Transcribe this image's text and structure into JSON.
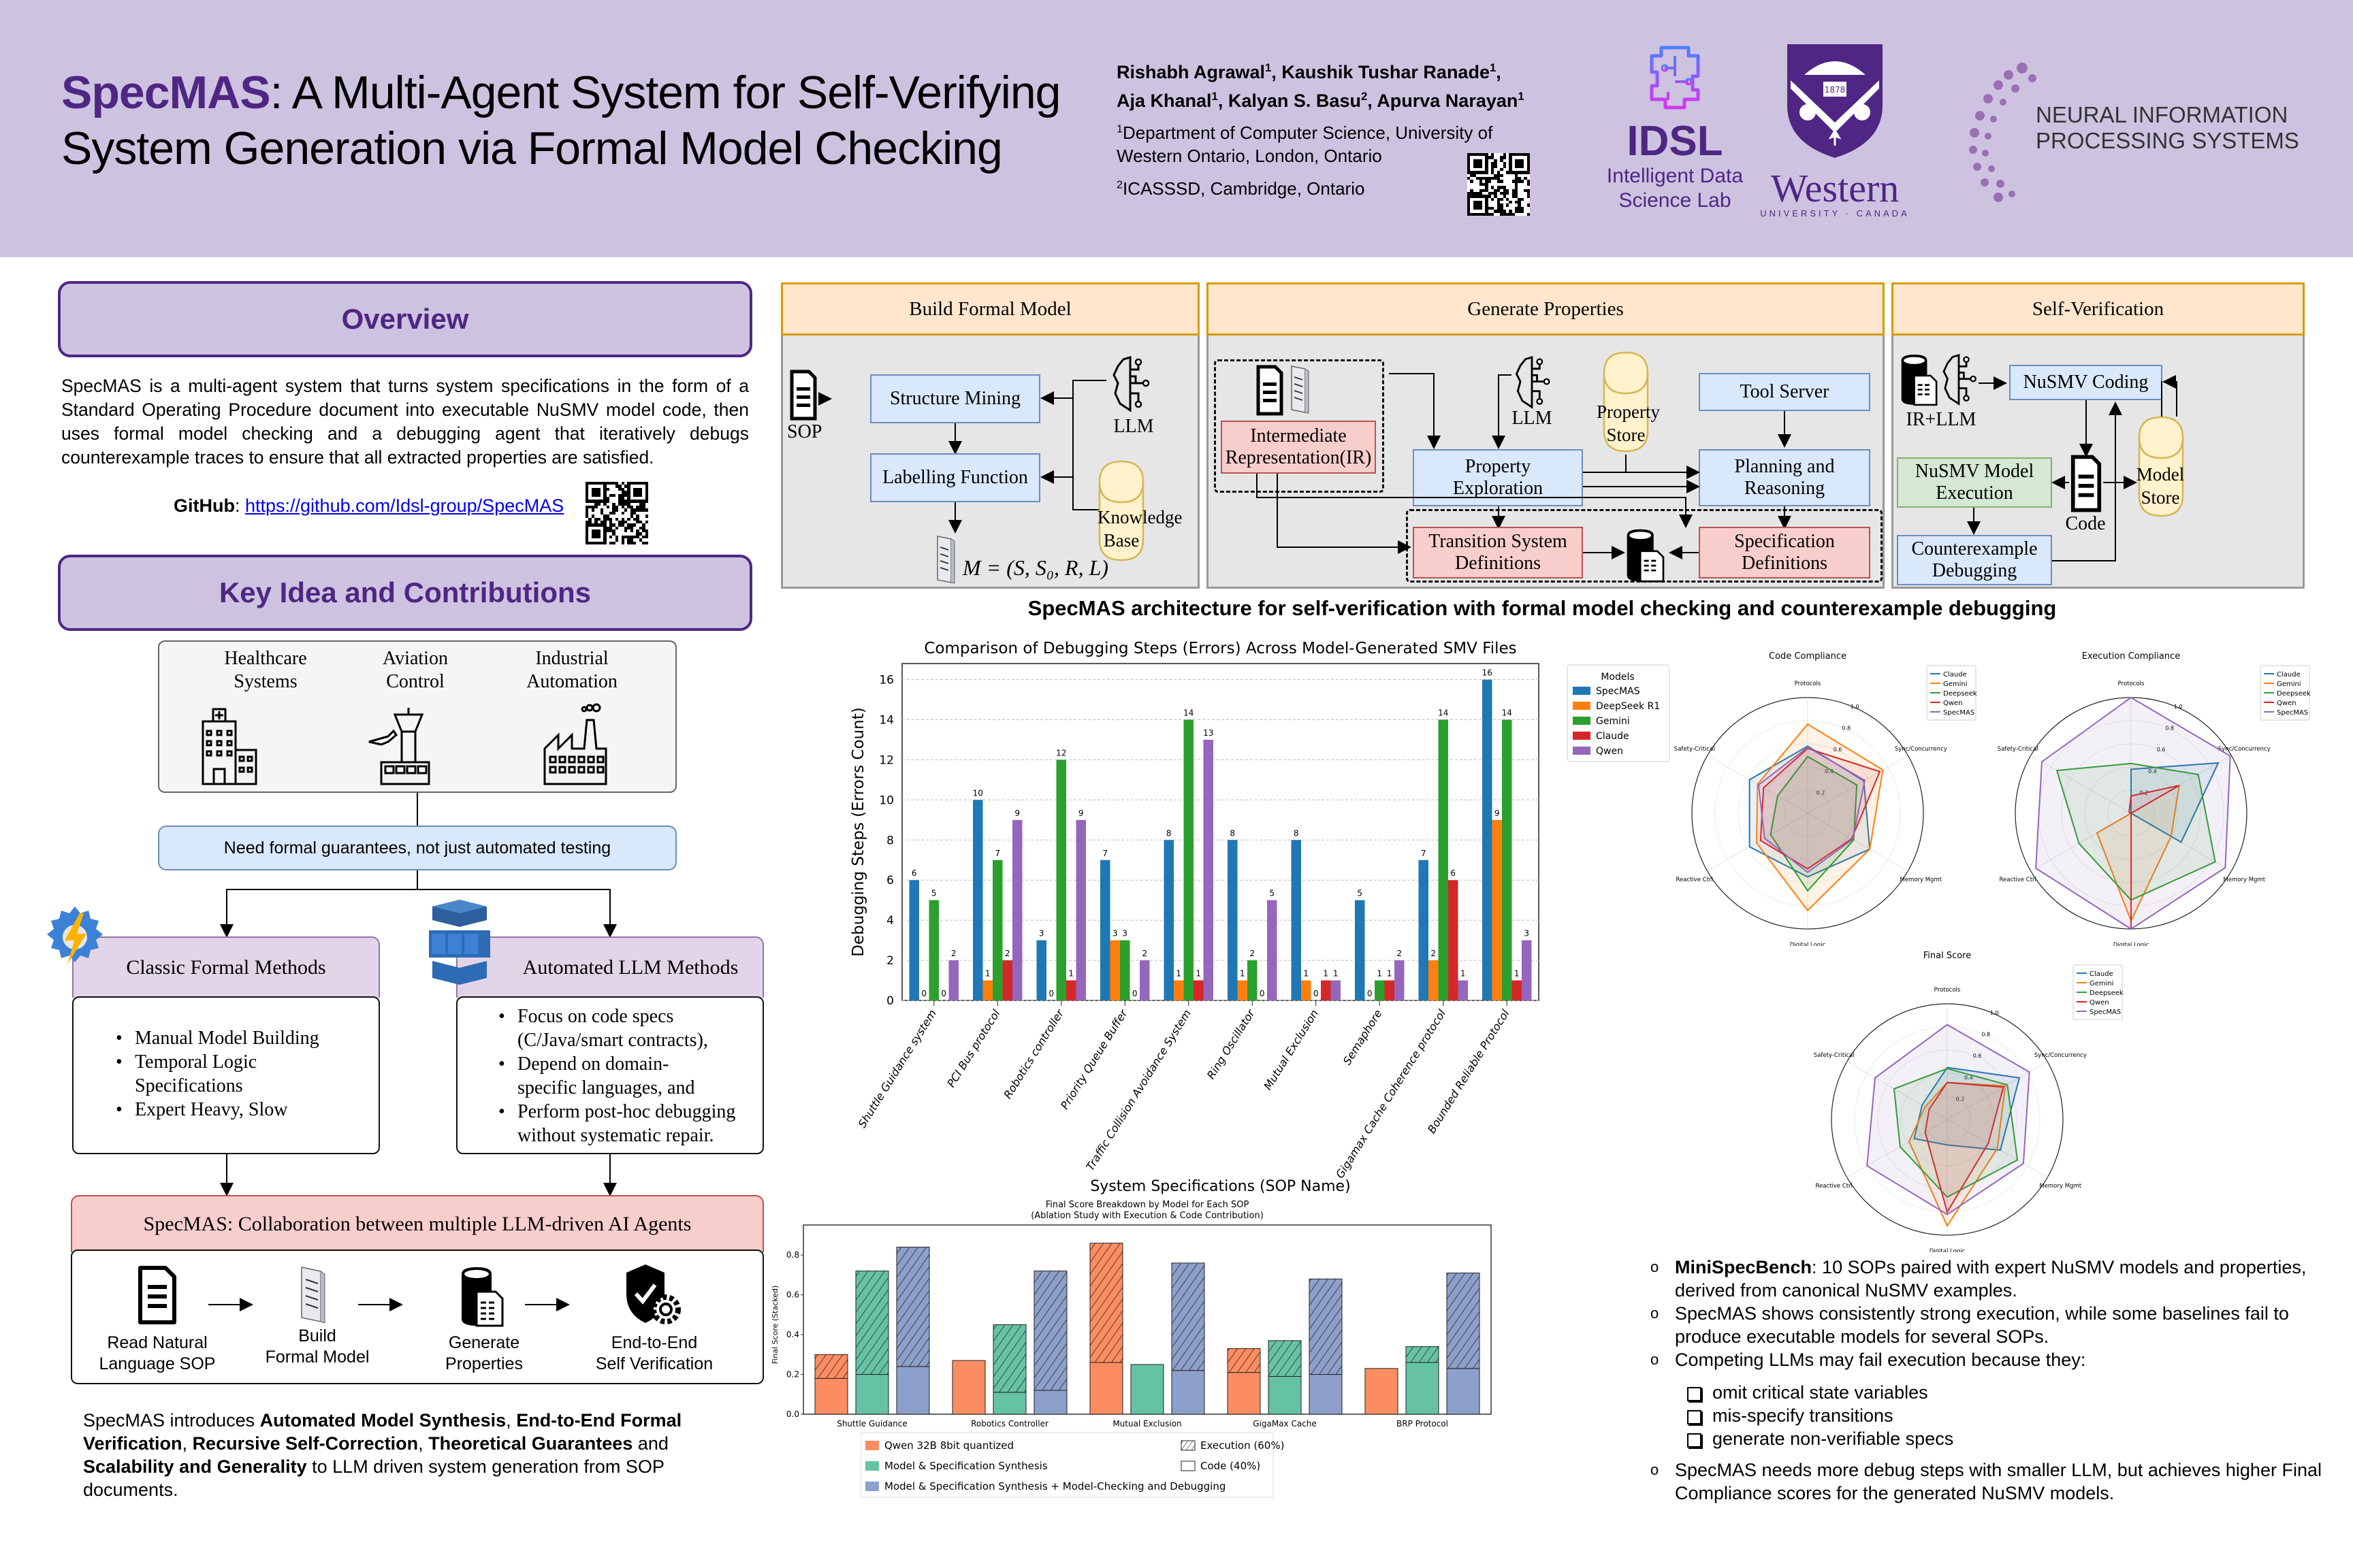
{
  "header": {
    "title_brand": "SpecMAS",
    "title_rest_line1": ": A Multi-Agent System for Self-Verifying",
    "title_line2": "System Generation via Formal Model Checking",
    "authors": [
      {
        "name": "Rishabh Agrawal",
        "aff": "1"
      },
      {
        "name": "Kaushik Tushar Ranade",
        "aff": "1"
      },
      {
        "name": "Aja Khanal",
        "aff": "1"
      },
      {
        "name": "Kalyan S. Basu",
        "aff": "2"
      },
      {
        "name": "Apurva Narayan",
        "aff": "1"
      }
    ],
    "affiliations": [
      {
        "num": "1",
        "text": "Department of Computer Science, University of Western Ontario, London, Ontario"
      },
      {
        "num": "2",
        "text": "ICASSSD, Cambridge, Ontario"
      }
    ],
    "logos": {
      "idsl_abbr": "IDSL",
      "idsl_full_1": "Intelligent Data",
      "idsl_full_2": "Science Lab",
      "western_word": "Western",
      "western_sub": "UNIVERSITY · CANADA",
      "western_year": "1878",
      "neurips_1": "NEURAL INFORMATION",
      "neurips_2": "PROCESSING SYSTEMS"
    },
    "colors": {
      "brand": "#4f2683",
      "header_bg": "#cdc3e1"
    }
  },
  "overview": {
    "heading": "Overview",
    "text": "SpecMAS is a multi-agent system that turns system specifications in the form of a Standard Operating Procedure document into executable NuSMV model code, then uses formal model checking and a debugging agent that iteratively debugs counterexample traces to ensure that all extracted properties are satisfied.",
    "github_label": "GitHub",
    "github_url": "https://github.com/Idsl-group/SpecMAS"
  },
  "key_idea": {
    "heading": "Key Idea and Contributions",
    "domains": [
      "Healthcare Systems",
      "Aviation Control",
      "Industrial Automation"
    ],
    "domain_lines": [
      [
        "Healthcare",
        "Systems"
      ],
      [
        "Aviation",
        "Control"
      ],
      [
        "Industrial",
        "Automation"
      ]
    ],
    "need": "Need formal guarantees, not just automated testing",
    "classic": {
      "title": "Classic Formal Methods",
      "items": [
        "Manual Model Building",
        "Temporal Logic Specifications",
        "Expert Heavy, Slow"
      ]
    },
    "llm": {
      "title": "Automated LLM Methods",
      "items": [
        "Focus on code specs (C/Java/smart contracts),",
        "Depend on domain-specific languages, and",
        "Perform post-hoc debugging without systematic repair."
      ]
    },
    "specmas_title": "SpecMAS: Collaboration between multiple LLM-driven AI Agents",
    "steps": [
      {
        "line1": "Read Natural",
        "line2": "Language SOP"
      },
      {
        "line1": "Build",
        "line2": "Formal Model"
      },
      {
        "line1": "Generate",
        "line2": "Properties"
      },
      {
        "line1": "End-to-End",
        "line2": "Self Verification"
      }
    ],
    "contrib": {
      "t1": "SpecMAS introduces ",
      "b1": "Automated Model Synthesis",
      "t2": ", ",
      "b2": "End-to-End Formal Verification",
      "t3": ", ",
      "b3": "Recursive Self-Correction",
      "t4": ", ",
      "b4": "Theoretical Guarantees",
      "t5": " and ",
      "b5": "Scalability and Generality",
      "t6": " to LLM driven system generation from SOP documents."
    }
  },
  "architecture": {
    "panels": [
      "Build Formal Model",
      "Generate Properties",
      "Self-Verification"
    ],
    "build": {
      "sop": "SOP",
      "structure_mining": "Structure Mining",
      "labelling": "Labelling Function",
      "llm": "LLM",
      "kb_1": "Knowledge",
      "kb_2": "Base",
      "model_eq": "M = (S, S₀, R, L)"
    },
    "generate": {
      "ir_1": "Intermediate",
      "ir_2": "Representation(IR)",
      "llm": "LLM",
      "store_1": "Property",
      "store_2": "Store",
      "tool": "Tool Server",
      "explore_1": "Property",
      "explore_2": "Exploration",
      "plan_1": "Planning and",
      "plan_2": "Reasoning",
      "trans_1": "Transition System",
      "trans_2": "Definitions",
      "spec_1": "Specification",
      "spec_2": "Definitions"
    },
    "verify": {
      "irllm": "IR+LLM",
      "coding": "NuSMV Coding",
      "exec_1": "NuSMV Model",
      "exec_2": "Execution",
      "code": "Code",
      "store_1": "Model",
      "store_2": "Store",
      "cex_1": "Counterexample",
      "cex_2": "Debugging"
    },
    "caption": "SpecMAS architecture for self-verification with formal model checking and counterexample debugging"
  },
  "results": {
    "bullets": [
      {
        "bold": "MiniSpecBench",
        "text": ": 10 SOPs paired with expert NuSMV models and properties, derived from canonical NuSMV examples."
      },
      {
        "bold": "",
        "text": "SpecMAS shows consistently strong execution, while some baselines fail to produce executable models for several SOPs."
      },
      {
        "bold": "",
        "text": "Competing LLMs may fail execution because they:"
      }
    ],
    "sub_bullets": [
      "omit critical state variables",
      "mis-specify transitions",
      "generate non-verifiable specs"
    ],
    "last_bullet": "SpecMAS needs more debug steps with smaller LLM, but achieves higher Final Compliance scores for the generated NuSMV models."
  },
  "chart_data": [
    {
      "type": "bar",
      "title": "Comparison of Debugging Steps (Errors) Across Model-Generated SMV Files",
      "xlabel": "System Specifications (SOP Name)",
      "ylabel": "Debugging Steps (Errors Count)",
      "ylim": [
        0,
        16.8
      ],
      "yticks": [
        0,
        2,
        4,
        6,
        8,
        10,
        12,
        14,
        16
      ],
      "grid": "y-dashed",
      "legend_title": "Models",
      "legend_position": "outside-right",
      "categories": [
        "Shuttle Guidance system",
        "PCI Bus protocol",
        "Robotics controller",
        "Priority Queue Buffer",
        "Traffic Collision Avoidance System",
        "Ring Oscillator",
        "Mutual Exclusion",
        "Semaphore",
        "Gigamax Cache Coherence protocol",
        "Bounded Reliable Protocol"
      ],
      "series": [
        {
          "name": "SpecMAS",
          "color": "#1f77b4",
          "values": [
            6,
            10,
            3,
            7,
            8,
            8,
            8,
            5,
            7,
            16
          ]
        },
        {
          "name": "DeepSeek R1",
          "color": "#ff7f0e",
          "values": [
            0,
            1,
            0,
            3,
            1,
            1,
            1,
            0,
            2,
            9
          ]
        },
        {
          "name": "Gemini",
          "color": "#2ca02c",
          "values": [
            5,
            7,
            12,
            3,
            14,
            2,
            0,
            1,
            14,
            14
          ]
        },
        {
          "name": "Claude",
          "color": "#d62728",
          "values": [
            0,
            2,
            1,
            0,
            1,
            0,
            1,
            1,
            6,
            1
          ]
        },
        {
          "name": "Qwen",
          "color": "#9467bd",
          "values": [
            2,
            9,
            9,
            2,
            13,
            5,
            1,
            2,
            1,
            3
          ]
        }
      ]
    },
    {
      "type": "radar",
      "title": "Code Compliance",
      "axes": [
        "Protocols",
        "Sync/Concurrency",
        "Memory Mgmt",
        "Digital Logic",
        "Reactive Ctrl",
        "Safety-Critical"
      ],
      "rticks": [
        0.2,
        0.4,
        0.6,
        0.8,
        1.0
      ],
      "rlim": [
        0,
        1
      ],
      "legend_position": "top-right",
      "series": [
        {
          "name": "Claude",
          "color": "#1f77b4",
          "values": [
            0.58,
            0.56,
            0.62,
            0.55,
            0.58,
            0.58
          ]
        },
        {
          "name": "Gemini",
          "color": "#ff7f0e",
          "values": [
            0.77,
            0.75,
            0.62,
            0.84,
            0.51,
            0.5
          ]
        },
        {
          "name": "Deepseek",
          "color": "#2ca02c",
          "values": [
            0.49,
            0.49,
            0.46,
            0.67,
            0.37,
            0.3
          ]
        },
        {
          "name": "Qwen",
          "color": "#d62728",
          "values": [
            0.56,
            0.72,
            0.44,
            0.48,
            0.47,
            0.44
          ]
        },
        {
          "name": "SpecMAS",
          "color": "#9467bd",
          "values": [
            0.57,
            0.57,
            0.45,
            0.51,
            0.43,
            0.49
          ]
        }
      ]
    },
    {
      "type": "radar",
      "title": "Execution Compliance",
      "axes": [
        "Protocols",
        "Sync/Concurrency",
        "Memory Mgmt",
        "Digital Logic",
        "Reactive Ctrl",
        "Safety-Critical"
      ],
      "rticks": [
        0.2,
        0.4,
        0.6,
        0.8,
        1.0
      ],
      "rlim": [
        0,
        1
      ],
      "legend_position": "top-right",
      "series": [
        {
          "name": "Claude",
          "color": "#1f77b4",
          "values": [
            0.38,
            0.87,
            0.5,
            0.0,
            0.0,
            0.0
          ]
        },
        {
          "name": "Gemini",
          "color": "#ff7f0e",
          "values": [
            0.0,
            0.48,
            0.4,
            0.93,
            0.34,
            0.0
          ]
        },
        {
          "name": "Deepseek",
          "color": "#2ca02c",
          "values": [
            0.43,
            0.67,
            0.84,
            0.75,
            0.52,
            0.74
          ]
        },
        {
          "name": "Qwen",
          "color": "#d62728",
          "values": [
            0.15,
            0.48,
            0.0,
            1.0,
            0.0,
            0.02
          ]
        },
        {
          "name": "SpecMAS",
          "color": "#9467bd",
          "values": [
            1.0,
            0.99,
            0.94,
            1.0,
            0.95,
            0.89
          ]
        }
      ]
    },
    {
      "type": "radar",
      "title": "Final Score",
      "axes": [
        "Protocols",
        "Sync/Concurrency",
        "Memory Mgmt",
        "Digital Logic",
        "Reactive Ctrl",
        "Safety-Critical"
      ],
      "rticks": [
        0.2,
        0.4,
        0.6,
        0.8,
        1.0
      ],
      "rlim": [
        0,
        1
      ],
      "legend_position": "top-right",
      "series": [
        {
          "name": "Claude",
          "color": "#1f77b4",
          "values": [
            0.45,
            0.72,
            0.53,
            0.22,
            0.33,
            0.25
          ]
        },
        {
          "name": "Gemini",
          "color": "#ff7f0e",
          "values": [
            0.32,
            0.58,
            0.5,
            0.92,
            0.38,
            0.22
          ]
        },
        {
          "name": "Deepseek",
          "color": "#2ca02c",
          "values": [
            0.44,
            0.6,
            0.7,
            0.67,
            0.47,
            0.53
          ]
        },
        {
          "name": "Qwen",
          "color": "#d62728",
          "values": [
            0.32,
            0.56,
            0.41,
            0.8,
            0.22,
            0.18
          ]
        },
        {
          "name": "SpecMAS",
          "color": "#9467bd",
          "values": [
            0.82,
            0.82,
            0.76,
            0.82,
            0.8,
            0.72
          ]
        }
      ]
    },
    {
      "type": "bar",
      "subtype": "stacked-grouped",
      "title": "Final Score Breakdown by Model for Each SOP",
      "subtitle": "(Ablation Study with Execution & Code Contribution)",
      "xlabel": "",
      "ylabel": "Final Score (Stacked)",
      "ylim": [
        0,
        0.9
      ],
      "yticks": [
        0.0,
        0.2,
        0.4,
        0.6,
        0.8
      ],
      "legend_position": "bottom",
      "categories": [
        "Shuttle Guidance",
        "Robotics Controller",
        "Mutual Exclusion",
        "GigaMax Cache",
        "BRP Protocol"
      ],
      "stack_parts": [
        {
          "name": "Code (40%)",
          "pattern": "solid"
        },
        {
          "name": "Execution (60%)",
          "pattern": "hatched"
        }
      ],
      "series": [
        {
          "name": "Qwen 32B 8bit quantized",
          "color": "#fc8d62",
          "code": [
            0.18,
            0.27,
            0.26,
            0.21,
            0.23
          ],
          "execution": [
            0.12,
            0.0,
            0.6,
            0.12,
            0.0
          ]
        },
        {
          "name": "Model & Specification Synthesis",
          "color": "#66c2a5",
          "code": [
            0.2,
            0.11,
            0.25,
            0.19,
            0.26
          ],
          "execution": [
            0.52,
            0.34,
            0.0,
            0.18,
            0.08
          ]
        },
        {
          "name": "Model & Specification Synthesis + Model-Checking and Debugging",
          "color": "#8da0cb",
          "code": [
            0.24,
            0.12,
            0.22,
            0.2,
            0.23
          ],
          "execution": [
            0.6,
            0.6,
            0.54,
            0.48,
            0.48
          ]
        }
      ]
    }
  ]
}
